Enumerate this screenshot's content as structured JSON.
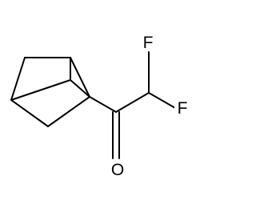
{
  "molecule": {
    "atoms": {
      "fluorine_1": "F",
      "fluorine_2": "F",
      "oxygen": "O"
    },
    "colors": {
      "bond": "#000000",
      "background": "#ffffff"
    }
  }
}
